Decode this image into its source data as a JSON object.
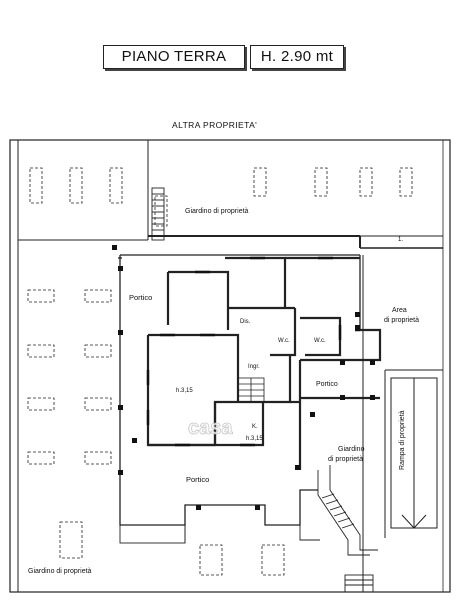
{
  "header": {
    "floor": "PIANO TERRA",
    "height": "H. 2.90 mt"
  },
  "labels": {
    "altra": "ALTRA PROPRIETA'",
    "giardino_top": "Giardino di proprietà",
    "portico_left": "Portico",
    "area": "Area",
    "di_proprieta": "di proprietà",
    "dis": "Dis.",
    "wc1": "W.c.",
    "wc2": "W.c.",
    "ingr": "Ingr.",
    "h315a": "h.3,15",
    "h315b": "h.3,15",
    "k": "K.",
    "portico_right": "Portico",
    "giardino": "Giardino",
    "rampa": "Rampa di proprietà",
    "portico_bottom": "Portico",
    "giardino_bottom": "Giardino di proprietà",
    "marker": "1."
  },
  "watermark": "casa"
}
